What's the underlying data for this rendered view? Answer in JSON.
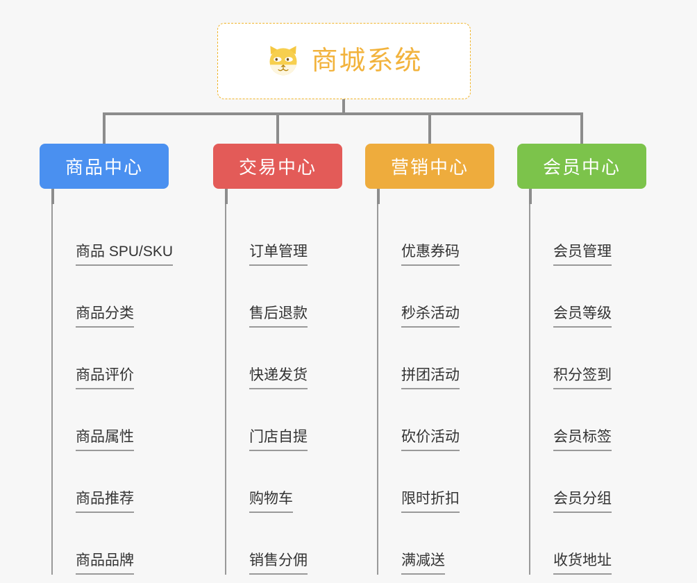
{
  "page": {
    "background": "#f7f7f7",
    "type": "mindmap"
  },
  "root": {
    "title": "商城系统",
    "icon": "shiba-dog-icon",
    "title_color": "#f2b33d",
    "border_color": "#f0b429"
  },
  "branches": [
    {
      "key": "product",
      "label": "商品中心",
      "color": "#4a90f0",
      "items": [
        "商品 SPU/SKU",
        "商品分类",
        "商品评价",
        "商品属性",
        "商品推荐",
        "商品品牌"
      ]
    },
    {
      "key": "trade",
      "label": "交易中心",
      "color": "#e35b58",
      "items": [
        "订单管理",
        "售后退款",
        "快递发货",
        "门店自提",
        "购物车",
        "销售分佣"
      ]
    },
    {
      "key": "marketing",
      "label": "营销中心",
      "color": "#eeac3d",
      "items": [
        "优惠券码",
        "秒杀活动",
        "拼团活动",
        "砍价活动",
        "限时折扣",
        "满减送"
      ]
    },
    {
      "key": "member",
      "label": "会员中心",
      "color": "#7cc council",
      "items": [
        "会员管理",
        "会员等级",
        "积分签到",
        "会员标签",
        "会员分组",
        "收货地址"
      ]
    }
  ],
  "colors": {
    "connector": "#8c8c8c",
    "item_rule": "#999999",
    "item_text": "#333333",
    "member_green": "#7cc34b"
  }
}
